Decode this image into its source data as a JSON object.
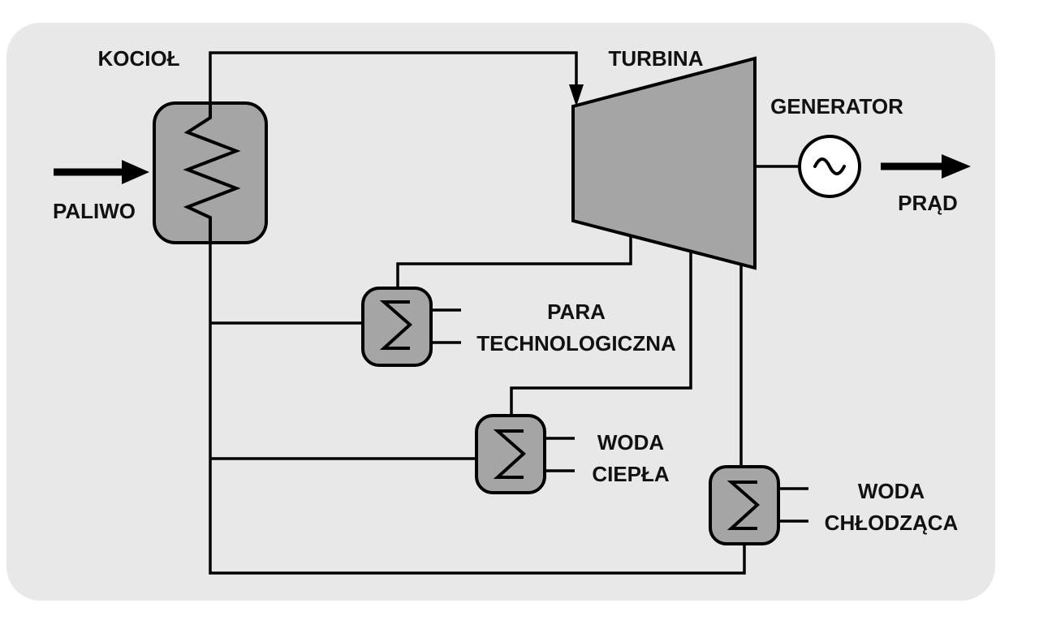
{
  "diagram": {
    "type": "process-flow-schematic",
    "subject": "combined heat and power plant (CHP) cycle",
    "labels": {
      "boiler": "KOCIOŁ",
      "fuel": "PALIWO",
      "turbine": "TURBINA",
      "generator": "GENERATOR",
      "electricity": "PRĄD",
      "process_steam_line1": "PARA",
      "process_steam_line2": "TECHNOLOGICZNA",
      "hot_water_line1": "WODA",
      "hot_water_line2": "CIEPŁA",
      "cooling_water_line1": "WODA",
      "cooling_water_line2": "CHŁODZĄCA"
    },
    "colors": {
      "background": "#ffffff",
      "panel": "#e8e8e8",
      "component_fill": "#a5a5a5",
      "line": "#000000",
      "generator_fill": "#ffffff"
    }
  }
}
